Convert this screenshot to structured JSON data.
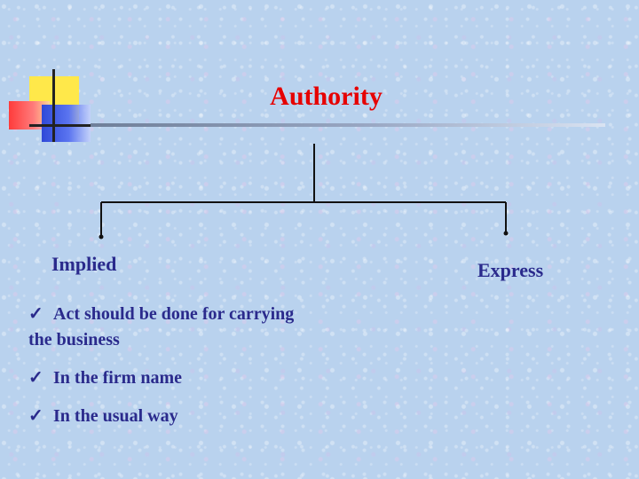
{
  "title": "Authority",
  "branches": {
    "left": {
      "label": "Implied",
      "points": [
        "Act should be done for carrying the business",
        "In the firm name",
        "In the usual way"
      ]
    },
    "right": {
      "label": "Express"
    }
  },
  "icons": {
    "bullet": "checkmark-icon"
  },
  "colors": {
    "title": "#e60000",
    "text": "#2a2a8c",
    "background": "#b9d2ee"
  }
}
